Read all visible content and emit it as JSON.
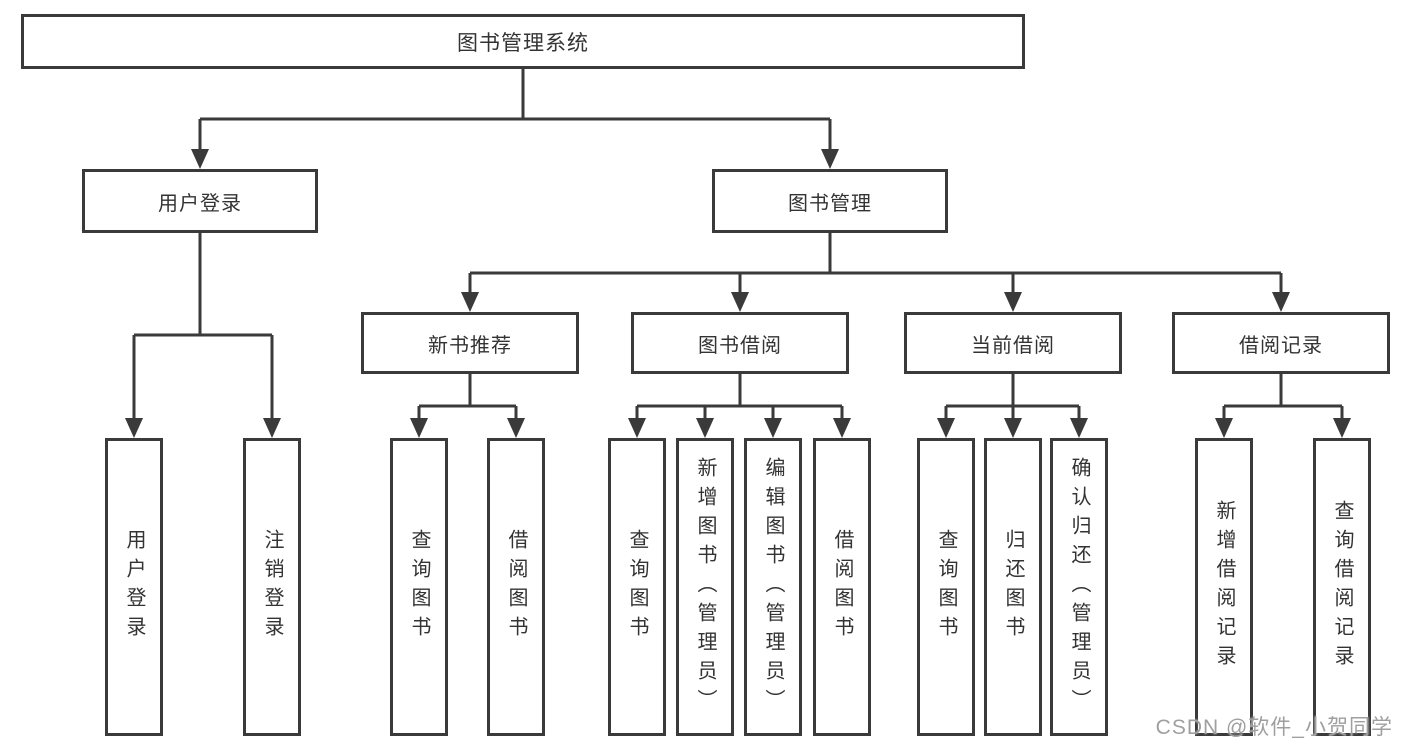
{
  "watermark": "CSDN @软件_小贺同学",
  "tree": {
    "label": "图书管理系统",
    "children": [
      {
        "label": "用户登录",
        "children": [
          {
            "label": "用户登录"
          },
          {
            "label": "注销登录"
          }
        ]
      },
      {
        "label": "图书管理",
        "children": [
          {
            "label": "新书推荐",
            "children": [
              {
                "label": "查询图书"
              },
              {
                "label": "借阅图书"
              }
            ]
          },
          {
            "label": "图书借阅",
            "children": [
              {
                "label": "查询图书"
              },
              {
                "label": "新增图书（管理员）"
              },
              {
                "label": "编辑图书（管理员）"
              },
              {
                "label": "借阅图书"
              }
            ]
          },
          {
            "label": "当前借阅",
            "children": [
              {
                "label": "查询图书"
              },
              {
                "label": "归还图书"
              },
              {
                "label": "确认归还（管理员）"
              }
            ]
          },
          {
            "label": "借阅记录",
            "children": [
              {
                "label": "新增借阅记录"
              },
              {
                "label": "查询借阅记录"
              }
            ]
          }
        ]
      }
    ]
  },
  "colors": {
    "line": "#3a3a3a",
    "text": "#333333",
    "watermark": "#9f9f9f",
    "background": "#ffffff"
  }
}
